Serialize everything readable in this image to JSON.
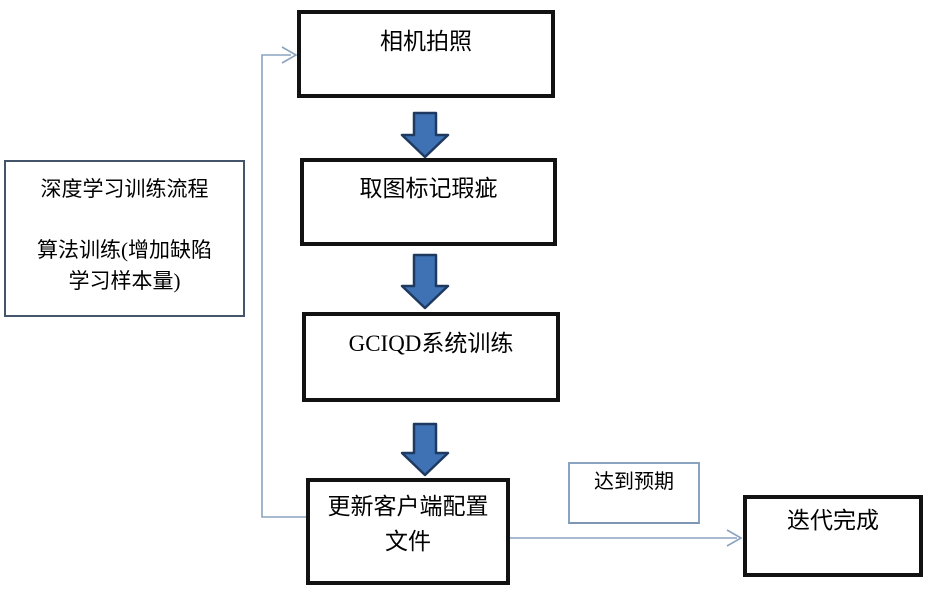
{
  "diagram": {
    "type": "flowchart",
    "left_note": {
      "line1": "深度学习训练流程",
      "line2": "算法训练(增加缺陷",
      "line3": "学习样本量)"
    },
    "nodes": {
      "camera": "相机拍照",
      "mark_defects": "取图标记瑕疵",
      "gciqd_training": "GCIQD系统训练",
      "update_config_line1": "更新客户端配置",
      "update_config_line2": "文件",
      "expectation_label": "达到预期",
      "iteration_done": "迭代完成"
    },
    "edges": [
      "相机拍照 -> 取图标记瑕疵",
      "取图标记瑕疵 -> GCIQD系统训练",
      "GCIQD系统训练 -> 更新客户端配置文件",
      "更新客户端配置文件 -> 迭代完成 (达到预期)",
      "更新客户端配置文件 -> 相机拍照 (反馈回路)"
    ],
    "colors": {
      "background": "#ffffff",
      "box_border_thick": "#121212",
      "note_border": "#44546a",
      "label_border": "#8aa3c0",
      "connector": "#8aa3c0",
      "block_arrow_fill": "#3f72b5",
      "block_arrow_stroke": "#1f3a60",
      "text": "#000000"
    }
  }
}
